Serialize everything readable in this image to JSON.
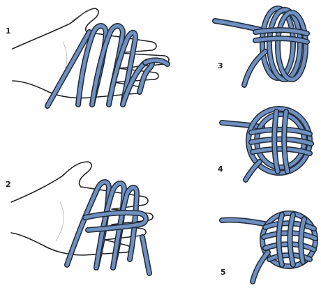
{
  "rope_color": "#6f8fbf",
  "rope_outline_color": "#1e2a3a",
  "steps": [
    {
      "label": "1"
    },
    {
      "label": "2"
    },
    {
      "label": "3"
    },
    {
      "label": "4"
    },
    {
      "label": "5"
    }
  ]
}
